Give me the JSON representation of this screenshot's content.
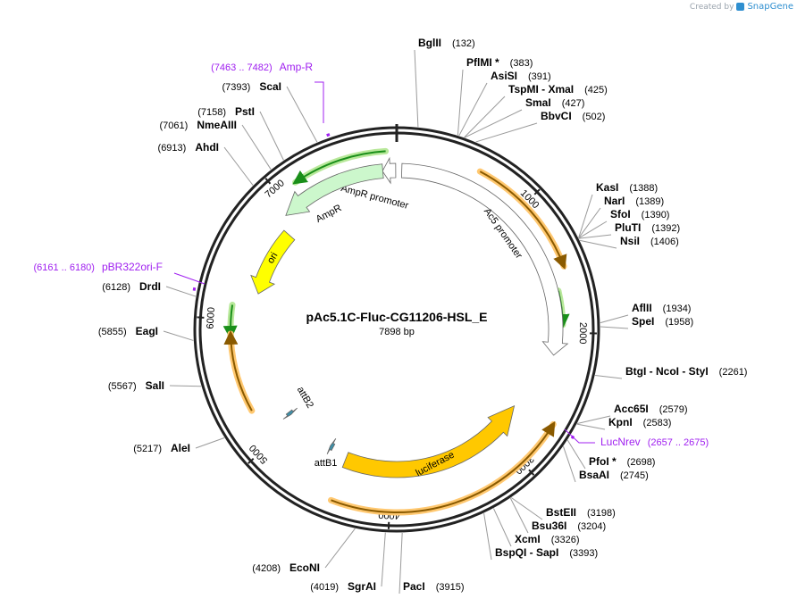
{
  "watermark": {
    "created_by": "Created by",
    "brand": "SnapGene"
  },
  "plasmid": {
    "name": "pAc5.1C-Fluc-CG11206-HSL_E",
    "length_label": "7898 bp",
    "length": 7898
  },
  "ticks": [
    {
      "bp": 1000,
      "label": "1000"
    },
    {
      "bp": 2000,
      "label": "2000"
    },
    {
      "bp": 3000,
      "label": "3000"
    },
    {
      "bp": 4000,
      "label": "4000"
    },
    {
      "bp": 5000,
      "label": "5000"
    },
    {
      "bp": 6000,
      "label": "6000"
    },
    {
      "bp": 7000,
      "label": "7000"
    }
  ],
  "enzyme_labels": [
    {
      "bp": 132,
      "name": "BglII",
      "pos": "(132)",
      "side": "right"
    },
    {
      "bp": 383,
      "name": "PflMI *",
      "pos": "(383)",
      "side": "right"
    },
    {
      "bp": 391,
      "name": "AsiSI",
      "pos": "(391)",
      "side": "right"
    },
    {
      "bp": 425,
      "name": "TspMI  -  XmaI",
      "pos": "(425)",
      "side": "right"
    },
    {
      "bp": 427,
      "name": "SmaI",
      "pos": "(427)",
      "side": "right"
    },
    {
      "bp": 502,
      "name": "BbvCI",
      "pos": "(502)",
      "side": "right"
    },
    {
      "bp": 1388,
      "name": "KasI",
      "pos": "(1388)",
      "side": "right"
    },
    {
      "bp": 1389,
      "name": "NarI",
      "pos": "(1389)",
      "side": "right"
    },
    {
      "bp": 1390,
      "name": "SfoI",
      "pos": "(1390)",
      "side": "right"
    },
    {
      "bp": 1392,
      "name": "PluTI",
      "pos": "(1392)",
      "side": "right"
    },
    {
      "bp": 1406,
      "name": "NsiI",
      "pos": "(1406)",
      "side": "right"
    },
    {
      "bp": 1934,
      "name": "AflII",
      "pos": "(1934)",
      "side": "right"
    },
    {
      "bp": 1958,
      "name": "SpeI",
      "pos": "(1958)",
      "side": "right"
    },
    {
      "bp": 2261,
      "name": "BtgI  -  NcoI  -  StyI",
      "pos": "(2261)",
      "side": "right"
    },
    {
      "bp": 2579,
      "name": "Acc65I",
      "pos": "(2579)",
      "side": "right"
    },
    {
      "bp": 2583,
      "name": "KpnI",
      "pos": "(2583)",
      "side": "right"
    },
    {
      "bp": 2698,
      "name": "PfoI *",
      "pos": "(2698)",
      "side": "right"
    },
    {
      "bp": 2745,
      "name": "BsaAI",
      "pos": "(2745)",
      "side": "right"
    },
    {
      "bp": 3198,
      "name": "BstEII",
      "pos": "(3198)",
      "side": "right"
    },
    {
      "bp": 3204,
      "name": "Bsu36I",
      "pos": "(3204)",
      "side": "right"
    },
    {
      "bp": 3326,
      "name": "XcmI",
      "pos": "(3326)",
      "side": "right"
    },
    {
      "bp": 3393,
      "name": "BspQI  -  SapI",
      "pos": "(3393)",
      "side": "right"
    },
    {
      "bp": 3915,
      "name": "PacI",
      "pos": "(3915)",
      "side": "right"
    },
    {
      "bp": 4019,
      "name": "SgrAI",
      "pos": "(4019)",
      "side": "left"
    },
    {
      "bp": 4208,
      "name": "EcoNI",
      "pos": "(4208)",
      "side": "left"
    },
    {
      "bp": 5217,
      "name": "AleI",
      "pos": "(5217)",
      "side": "left"
    },
    {
      "bp": 5567,
      "name": "SalI",
      "pos": "(5567)",
      "side": "left"
    },
    {
      "bp": 5855,
      "name": "EagI",
      "pos": "(5855)",
      "side": "left"
    },
    {
      "bp": 6128,
      "name": "DrdI",
      "pos": "(6128)",
      "side": "left"
    },
    {
      "bp": 6913,
      "name": "AhdI",
      "pos": "(6913)",
      "side": "left"
    },
    {
      "bp": 7061,
      "name": "NmeAIII",
      "pos": "(7061)",
      "side": "left"
    },
    {
      "bp": 7158,
      "name": "PstI",
      "pos": "(7158)",
      "side": "left"
    },
    {
      "bp": 7393,
      "name": "ScaI",
      "pos": "(7393)",
      "side": "left"
    }
  ],
  "primer_labels": [
    {
      "start": 7463,
      "end": 7482,
      "name": "Amp-R",
      "pos": "(7463 .. 7482)",
      "side": "left"
    },
    {
      "start": 6161,
      "end": 6180,
      "name": "pBR322ori-F",
      "pos": "(6161 .. 6180)",
      "side": "left"
    },
    {
      "start": 2657,
      "end": 2675,
      "name": "LucNrev",
      "pos": "(2657 .. 2675)",
      "side": "right"
    }
  ],
  "features": [
    {
      "name": "AmpR promoter",
      "start": 7785,
      "end": 7890,
      "direction": "reverse",
      "color": "#ffffff"
    },
    {
      "name": "AmpR",
      "start": 6928,
      "end": 7788,
      "direction": "reverse",
      "color": "#ccf7cc"
    },
    {
      "name": "ori",
      "start": 6240,
      "end": 6830,
      "direction": "reverse",
      "color": "#ffff00"
    },
    {
      "name": "Ac5 promoter",
      "start": 40,
      "end": 2180,
      "direction": "forward",
      "color": "#ffffff"
    },
    {
      "name": "luciferase",
      "start": 2700,
      "end": 4420,
      "direction": "reverse",
      "color": "#ffc800"
    },
    {
      "name": "attB2",
      "start": 5070,
      "end": 5100,
      "direction": "reverse",
      "color": "#3f8fa8"
    },
    {
      "name": "attB1",
      "start": 4570,
      "end": 4600,
      "direction": "forward",
      "color": "#3f8fa8"
    }
  ],
  "colors": {
    "backbone": "#222222",
    "enzyme_line": "#9a9a9a",
    "primer": "#a020f0",
    "orf_green_stroke": "#1a8f1a",
    "orf_green_glow": "#b8e89a",
    "orf_orange_stroke": "#8a5a00",
    "orf_orange_glow": "#ffc870"
  }
}
